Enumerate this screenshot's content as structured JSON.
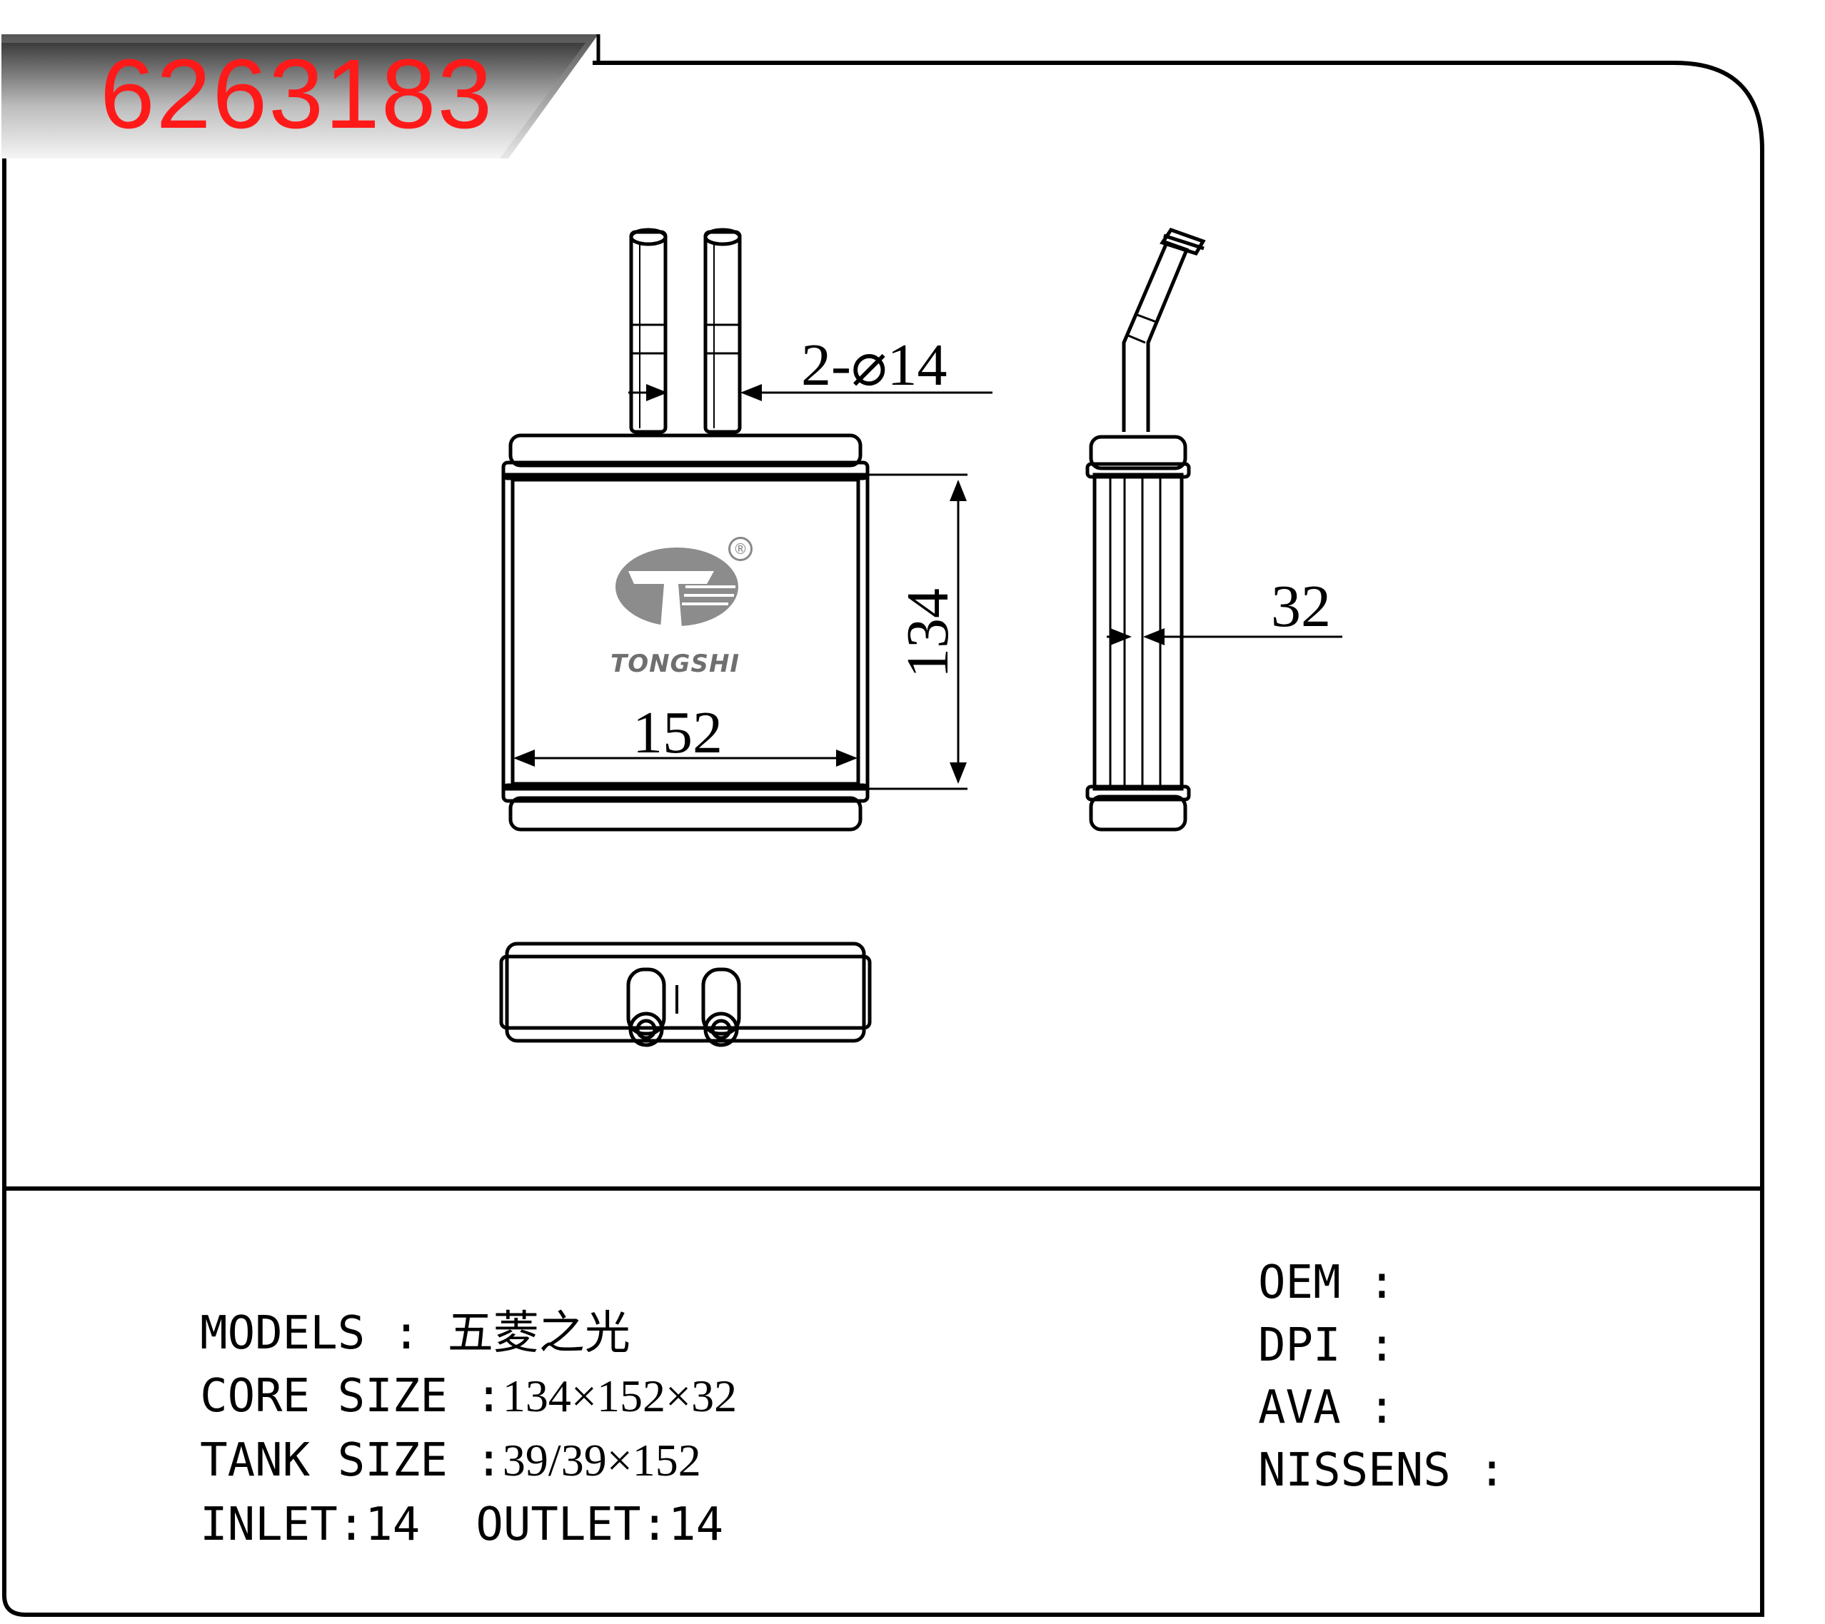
{
  "part_number": "6263183",
  "drawing": {
    "pipe_dim": "2-⌀14",
    "height_dim": "134",
    "width_dim": "152",
    "thickness_dim": "32",
    "brand": "TONGSHI",
    "reg_mark": "®"
  },
  "specs": {
    "models_label": "MODELS : ",
    "models_value": "五菱之光",
    "core_label": "CORE SIZE :",
    "core_value": "134×152×32",
    "tank_label": "TANK SIZE :",
    "tank_value": "39/39×152",
    "inlet_label": "INLET:",
    "inlet_value": "14",
    "outlet_label": "OUTLET:",
    "outlet_value": "14"
  },
  "refs": {
    "oem_label": "OEM :",
    "dpi_label": "DPI :",
    "ava_label": "AVA :",
    "nissens_label": "NISSENS :"
  },
  "colors": {
    "part_number": "#ff1a1a",
    "banner_dark": "#3a3a3a",
    "banner_light": "#f2f2f2",
    "logo_gray": "#8c8c8c"
  }
}
